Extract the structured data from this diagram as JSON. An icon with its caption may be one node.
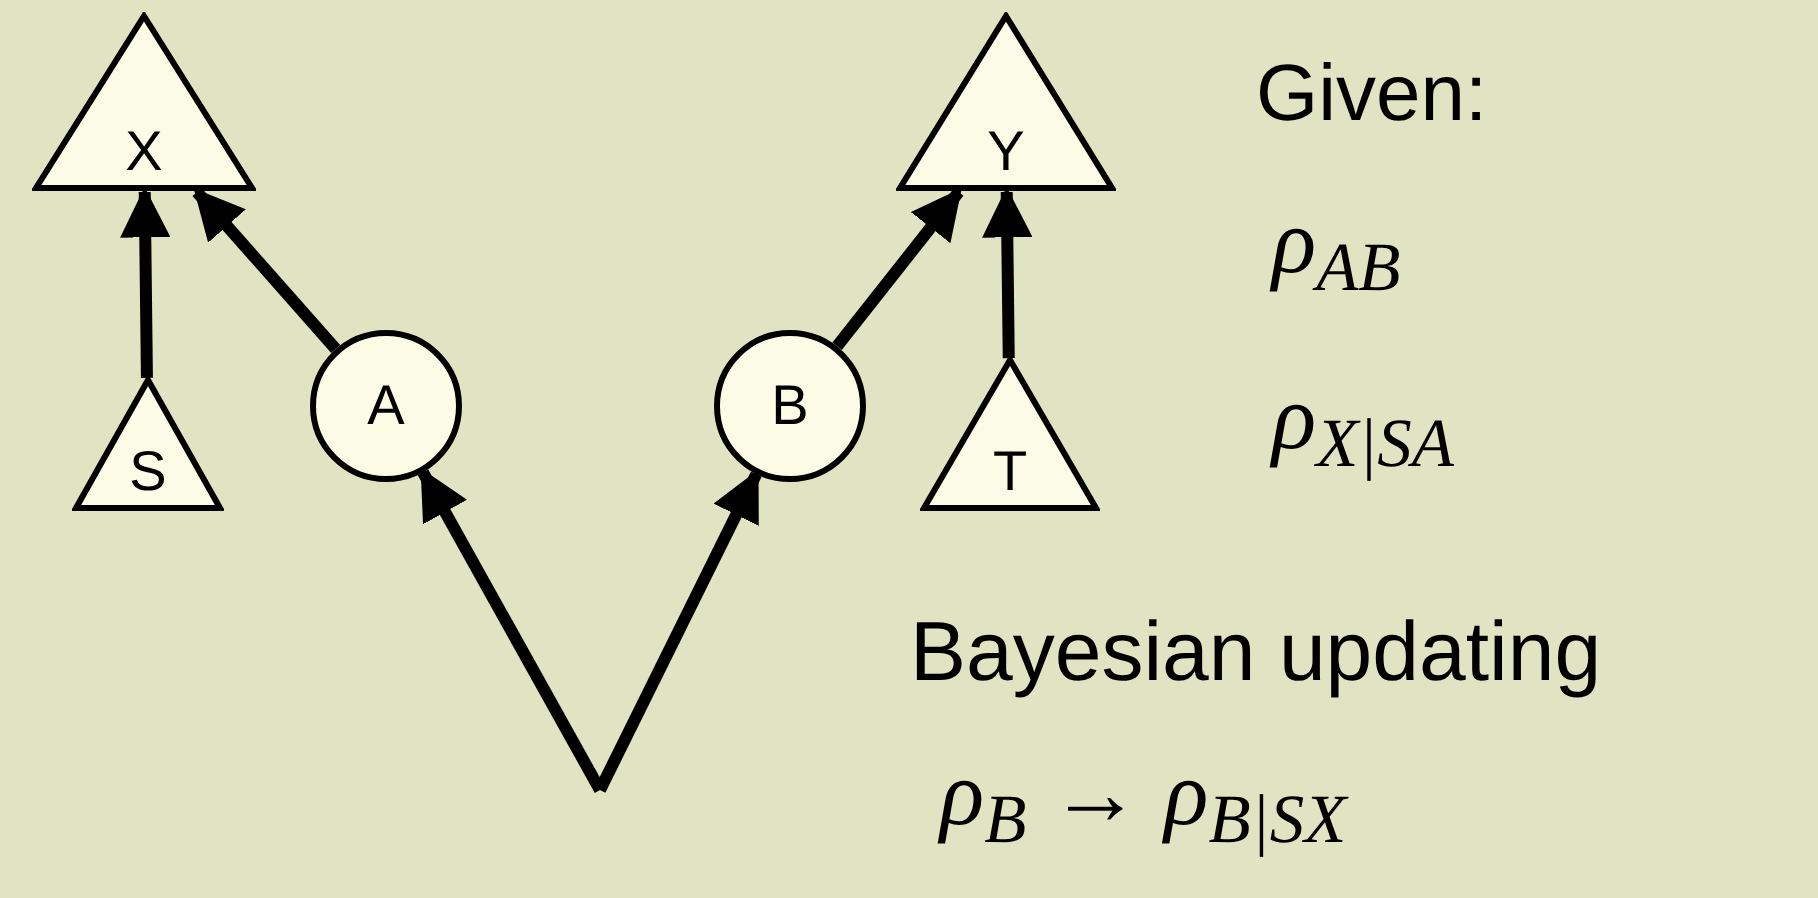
{
  "diagram": {
    "nodes": [
      {
        "text": [
          "X"
        ]
      },
      {
        "text": [
          "S"
        ]
      },
      {
        "text": [
          "A"
        ]
      },
      {
        "text": [
          "B"
        ]
      },
      {
        "text": [
          "Y"
        ]
      },
      {
        "text": [
          "T"
        ]
      }
    ],
    "edges": [
      {
        "from": 1,
        "to": 0,
        "arrow": "to"
      },
      {
        "from": 2,
        "to": 0,
        "arrow": "to"
      },
      {
        "from": 3,
        "to": 4,
        "arrow": "to"
      },
      {
        "from": 5,
        "to": 4,
        "arrow": "to"
      },
      {
        "from": null,
        "to": 2,
        "arrow": "to"
      },
      {
        "from": null,
        "to": 3,
        "arrow": "to"
      }
    ],
    "labels": [
      "Given:",
      "ρ$_{AB}$",
      "ρ$_{X|SA}$",
      "Bayesian updating",
      "ρ$_{B}$ → ρ$_{B|SX}$"
    ]
  }
}
